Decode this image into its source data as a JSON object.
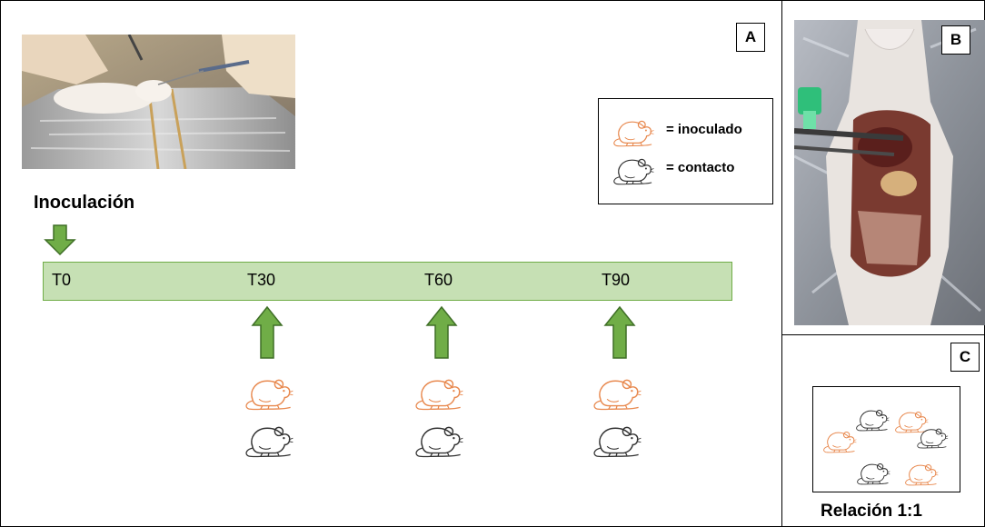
{
  "panels": {
    "a": {
      "tag": "A"
    },
    "b": {
      "tag": "B"
    },
    "c": {
      "tag": "C"
    }
  },
  "inoculation_label": "Inoculación",
  "legend": {
    "inoculated": "= inoculado",
    "contact": "= contacto"
  },
  "timeline": {
    "points": [
      "T0",
      "T30",
      "T60",
      "T90"
    ]
  },
  "ratio_label": "Relación 1:1",
  "colors": {
    "inoculated": "#e8894f",
    "contact": "#333333",
    "arrow": "#70ad47",
    "arrow_border": "#3f6f27",
    "timeline_fill": "#c6e0b4"
  }
}
